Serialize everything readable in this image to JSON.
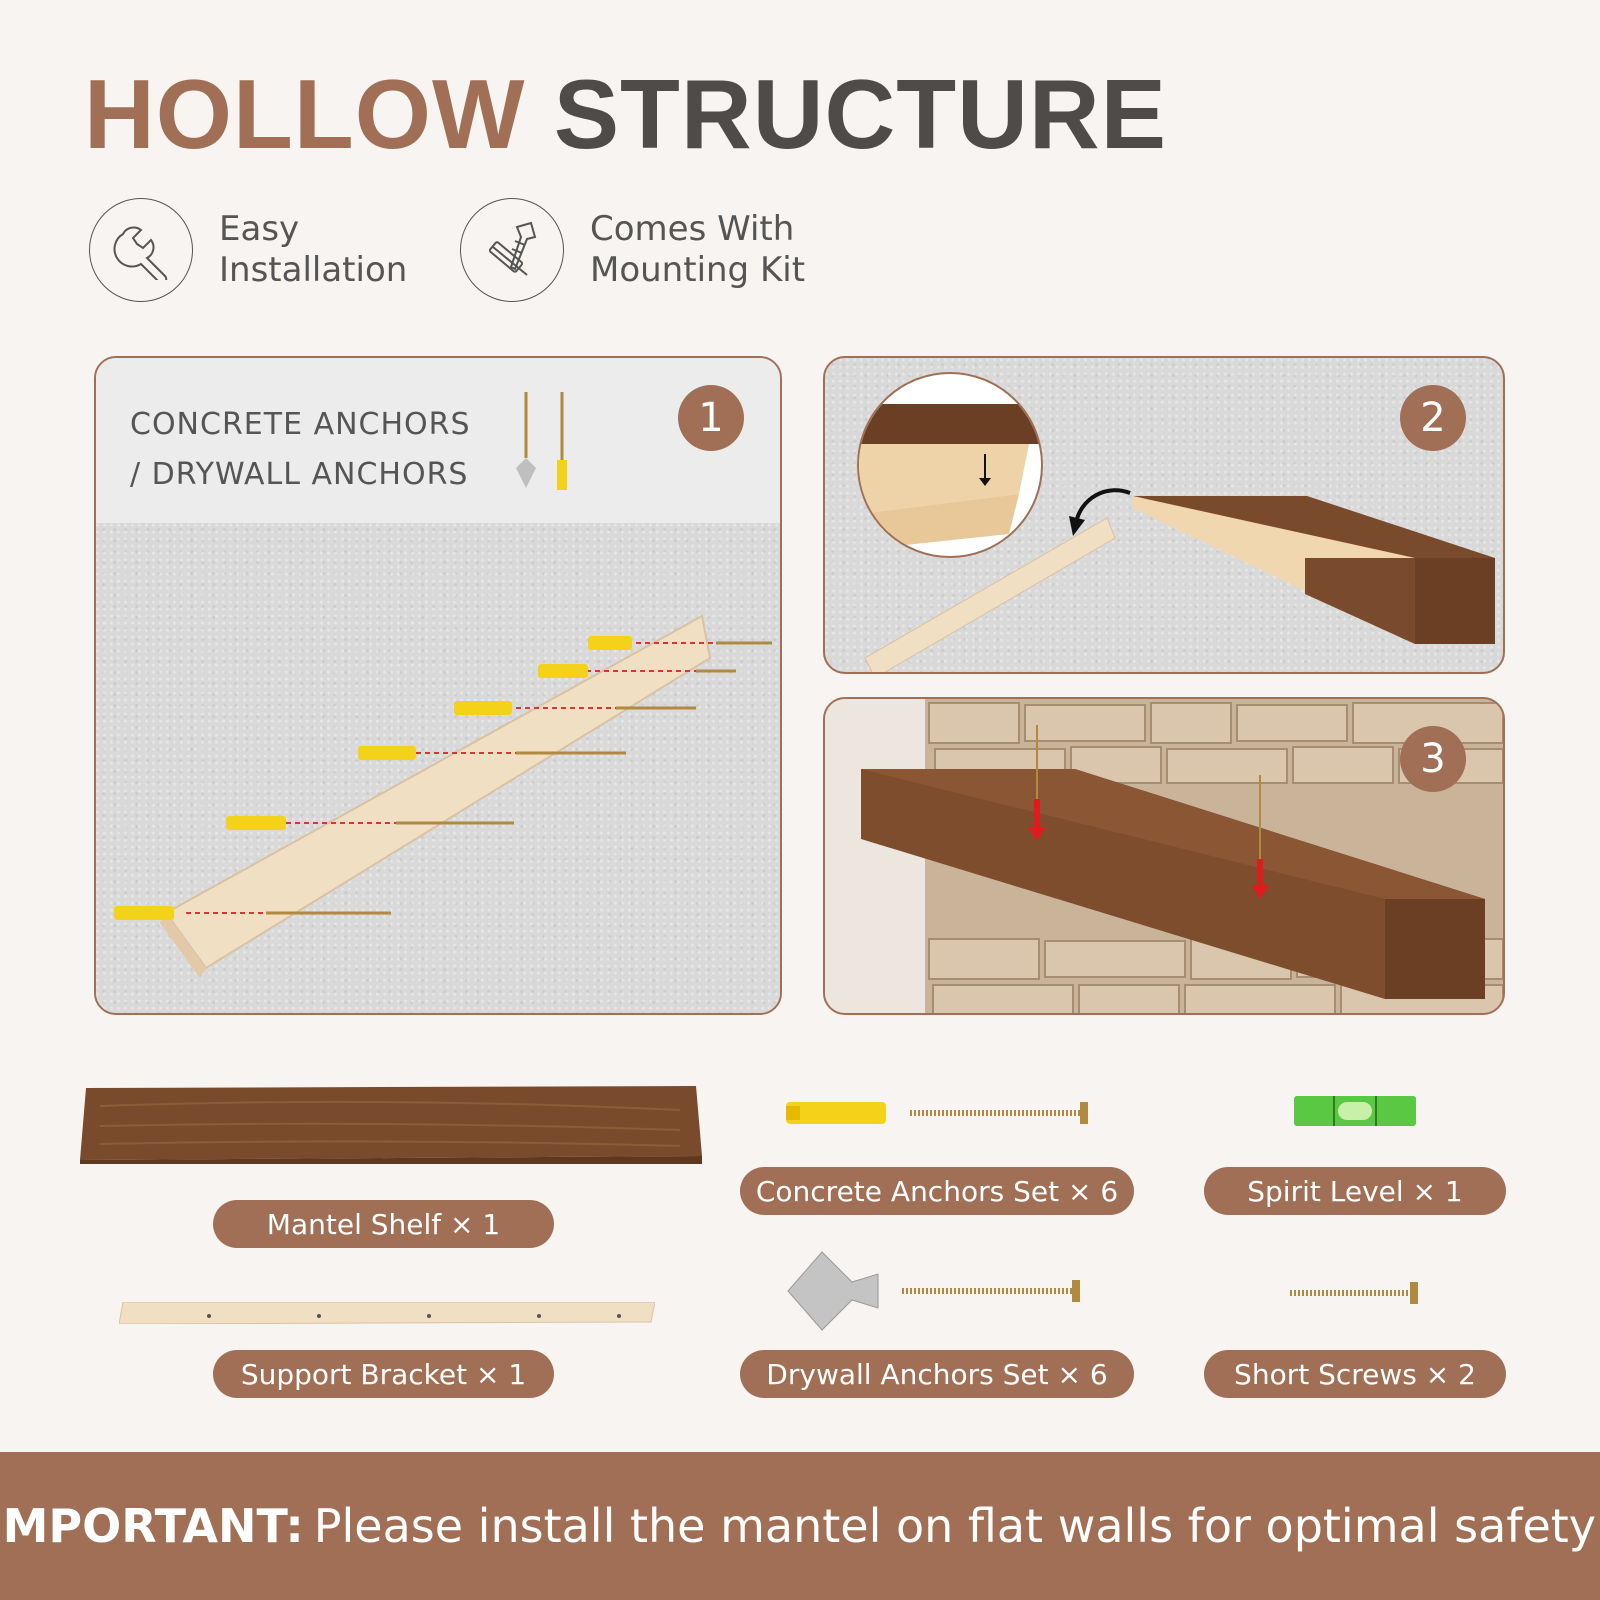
{
  "title": {
    "word1": "HOLLOW",
    "word2": "STRUCTURE"
  },
  "features": [
    {
      "label": "Easy\nInstallation",
      "icon": "wrench-icon"
    },
    {
      "label": "Comes With\nMounting Kit",
      "icon": "screw-kit-icon"
    }
  ],
  "panels": {
    "step1": {
      "number": "1",
      "label": "CONCRETE ANCHORS\n/ DRYWALL ANCHORS"
    },
    "step2": {
      "number": "2"
    },
    "step3": {
      "number": "3"
    }
  },
  "parts": {
    "mantel_shelf": "Mantel Shelf × 1",
    "support_bracket": "Support Bracket × 1",
    "concrete_set": "Concrete Anchors Set × 6",
    "drywall_set": "Drywall Anchors Set × 6",
    "spirit_level": "Spirit Level × 1",
    "short_screws": "Short Screws × 2"
  },
  "footer": {
    "strong": "IMPORTANT:",
    "text": "Please install the mantel on flat walls for optimal safety!"
  },
  "colors": {
    "accent": "#a06f55",
    "dark": "#4f4b49",
    "wood": "#7a4a2c",
    "pine": "#f0dcc0",
    "anchor": "#f5d21a"
  }
}
